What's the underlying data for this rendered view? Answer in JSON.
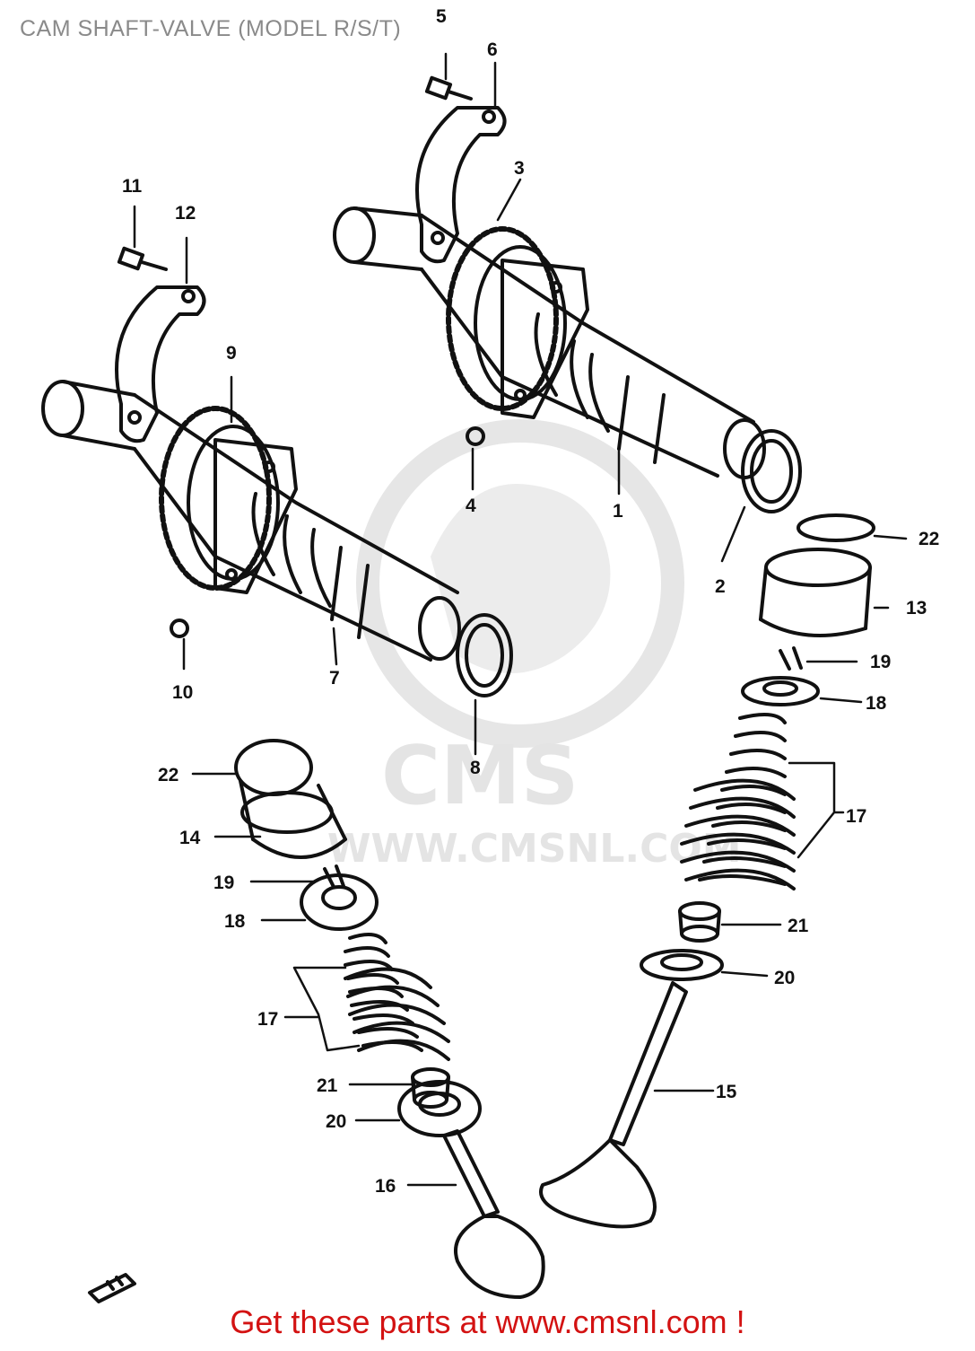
{
  "title": "CAM SHAFT-VALVE (MODEL R/S/T)",
  "footer_link": "Get these parts at www.cmsnl.com !",
  "watermark": {
    "brand": "CMS",
    "url": "WWW.CMSNL.COM"
  },
  "callouts": [
    "1",
    "2",
    "3",
    "4",
    "5",
    "6",
    "7",
    "8",
    "9",
    "10",
    "11",
    "12",
    "13",
    "14",
    "15",
    "16",
    "17",
    "18",
    "19",
    "20",
    "21",
    "22"
  ],
  "colors": {
    "line": "#111111",
    "title": "#8a8a8a",
    "footer": "#d31212",
    "watermark": "#e4e4e4"
  }
}
